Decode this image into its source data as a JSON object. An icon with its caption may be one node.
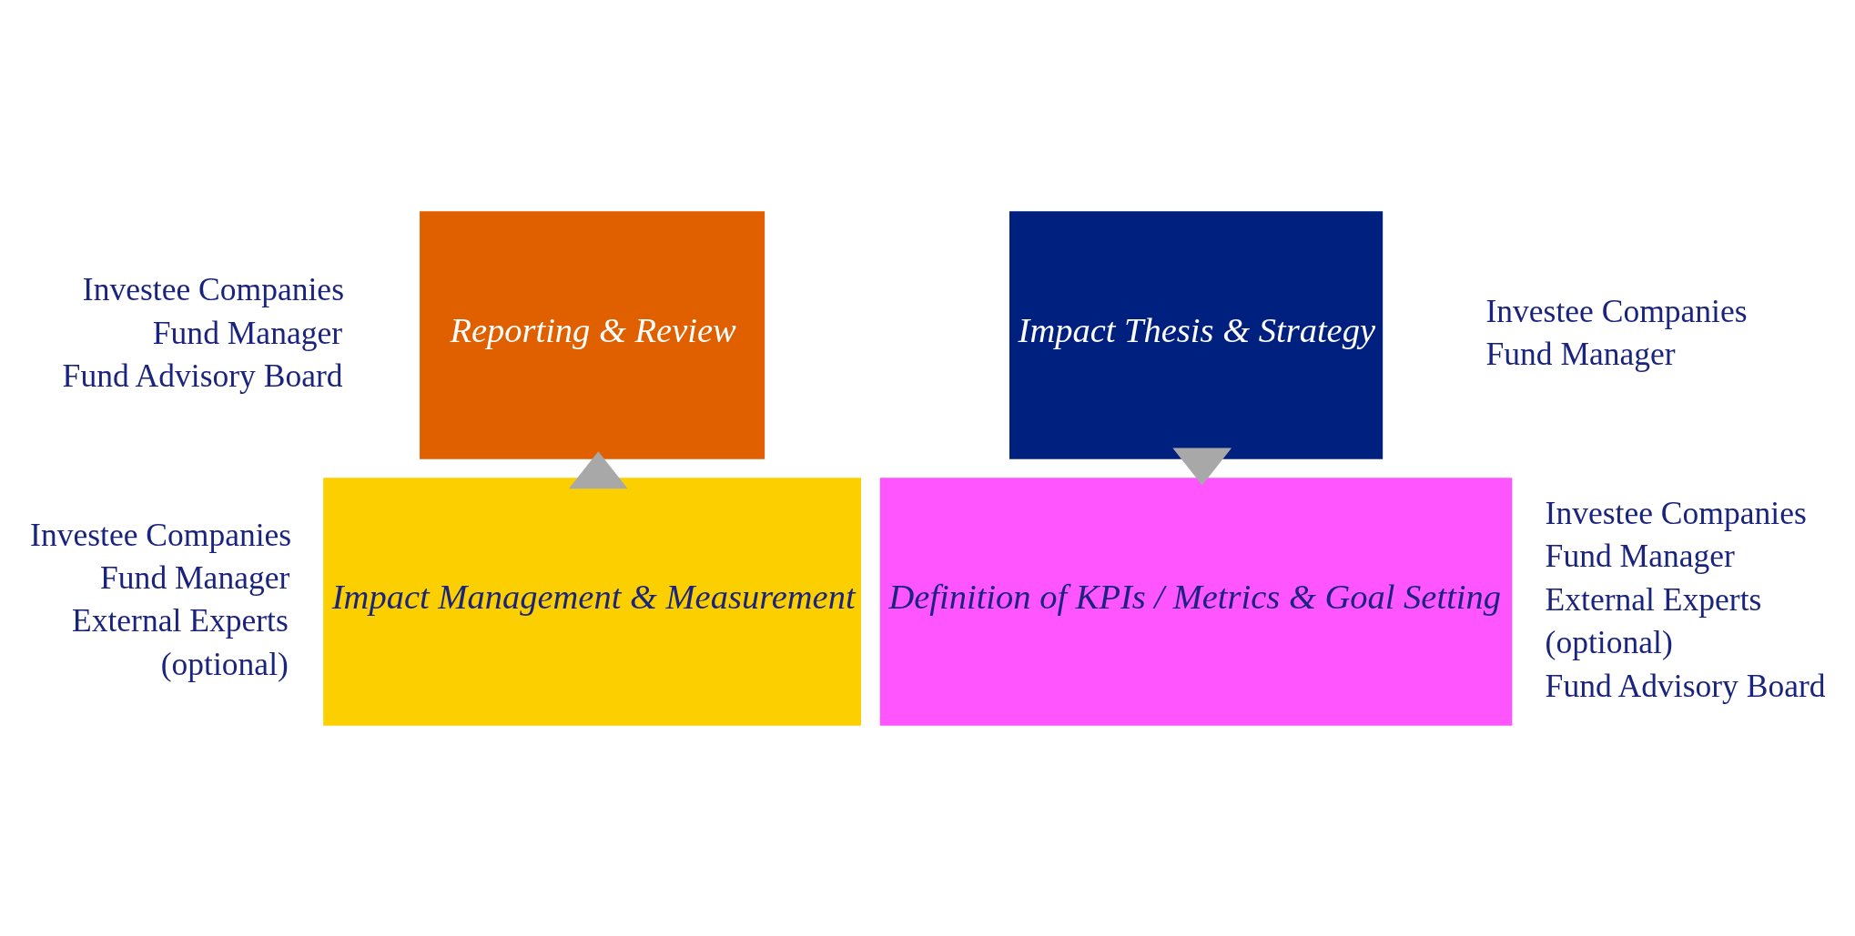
{
  "diagram": {
    "nodes": [
      {
        "text": [
          "Reporting & Review"
        ],
        "beside": [
          "Investee Companies",
          "Fund Manager",
          "Fund Advisory Board"
        ]
      },
      {
        "text": [
          "Impact Thesis & Strategy"
        ],
        "beside": [
          "Investee Companies",
          "Fund Manager"
        ]
      },
      {
        "text": [
          "Impact Management & Measurement"
        ],
        "beside": [
          "Investee Companies",
          "Fund Manager",
          "External Experts",
          "(optional)"
        ]
      },
      {
        "text": [
          "Definition of KPIs / Metrics & Goal Setting"
        ],
        "beside": [
          "Investee Companies",
          "Fund Manager",
          "External Experts",
          "(optional)",
          "Fund Advisory Board"
        ]
      }
    ],
    "edges": [
      {
        "from": 1,
        "to": 3,
        "arrow": "to"
      },
      {
        "from": 2,
        "to": 0,
        "arrow": "to"
      }
    ]
  }
}
